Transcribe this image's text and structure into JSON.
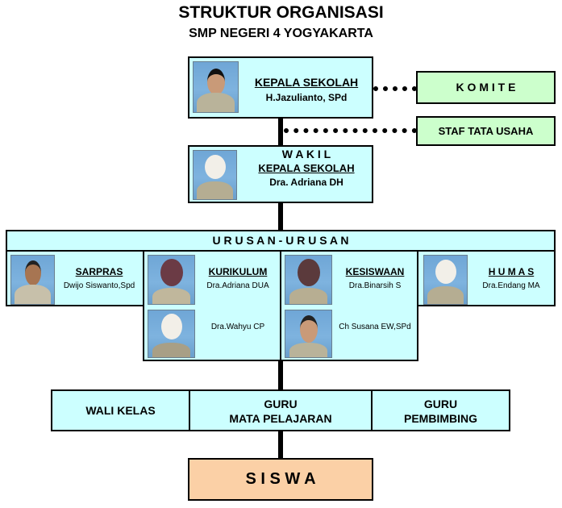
{
  "title": "STRUKTUR ORGANISASI",
  "subtitle": "SMP NEGERI 4 YOGYAKARTA",
  "kepala": {
    "role": "KEPALA  SEKOLAH",
    "name": "H.Jazulianto, SPd"
  },
  "komite": "K O M I T E",
  "staf": "STAF TATA USAHA",
  "wakil": {
    "role1": "W A K I L",
    "role2": "KEPALA SEKOLAH",
    "name": "Dra. Adriana DH"
  },
  "urusan": "U R U S A N - U R U S A N",
  "sarpras": {
    "role": "SARPRAS",
    "name": "Dwijo Siswanto,Spd"
  },
  "kurikulum": {
    "role": "KURIKULUM",
    "name1": "Dra.Adriana DUA",
    "name2": "Dra.Wahyu CP"
  },
  "kesiswaan": {
    "role": "KESISWAAN",
    "name1": "Dra.Binarsih S",
    "name2": "Ch Susana EW,SPd"
  },
  "humas": {
    "role": "H U M A S",
    "name": "Dra.Endang MA"
  },
  "wali": "WALI KELAS",
  "guru_mapel": {
    "line1": "GURU",
    "line2": "MATA PELAJARAN"
  },
  "guru_bimbing": {
    "line1": "GURU",
    "line2": "PEMBIMBING"
  },
  "siswa": "S I S W A"
}
